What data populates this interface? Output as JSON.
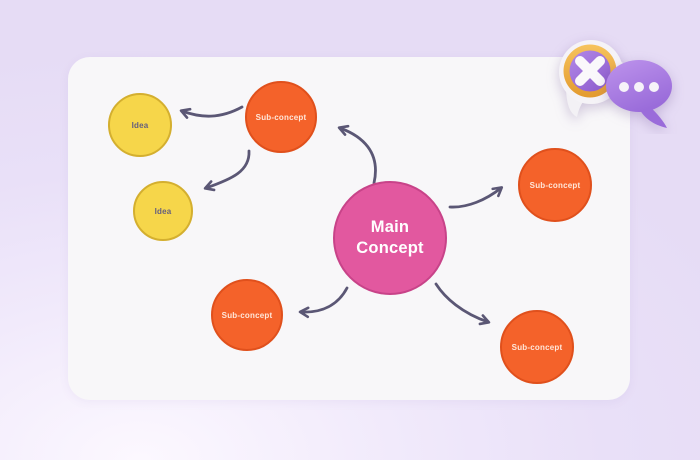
{
  "mindmap": {
    "main": {
      "label": "Main Concept"
    },
    "sub_top": {
      "label": "Sub-concept"
    },
    "sub_right": {
      "label": "Sub-concept"
    },
    "sub_bottom_right": {
      "label": "Sub-concept"
    },
    "sub_bottom_left": {
      "label": "Sub-concept"
    },
    "idea_top": {
      "label": "Idea"
    },
    "idea_bottom": {
      "label": "Idea"
    }
  },
  "icons": {
    "close_badge": "close-x-badge-icon",
    "chat_bubble": "chat-ellipsis-icon"
  },
  "palette": {
    "background_lavender": "#E7DEF6",
    "background_highlight": "#FCF8FF",
    "panel": "#F8F7F9",
    "main_fill": "#E2589F",
    "main_border": "#C84389",
    "main_text": "#FFFFFF",
    "sub_fill": "#F4622A",
    "sub_border": "#E0501C",
    "sub_text": "#FFE7DA",
    "idea_fill": "#F6D64A",
    "idea_border": "#D4AF2F",
    "idea_text": "#645E7E",
    "arrow": "#5B5775",
    "badge_ring_gold": "#EDAA3E",
    "badge_core_purple": "#9B6BD6",
    "chat_bubble_purple": "#A77CE2"
  }
}
